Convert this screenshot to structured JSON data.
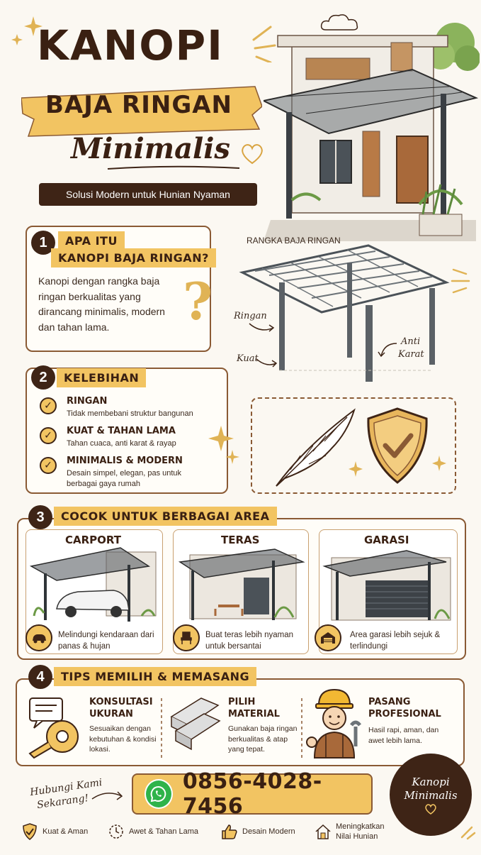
{
  "title": {
    "line1": "KANOPI",
    "line2": "BAJA RINGAN",
    "line3": "Minimalis",
    "subtitle": "Solusi Modern untuk Hunian Nyaman"
  },
  "section1": {
    "number": "1",
    "heading_line1": "APA ITU",
    "heading_line2": "KANOPI BAJA RINGAN?",
    "body": "Kanopi dengan rangka baja ringan berkualitas yang dirancang minimalis, modern dan tahan lama."
  },
  "frame_diagram": {
    "title": "RANGKA BAJA RINGAN",
    "label_ringan": "Ringan",
    "label_kuat": "Kuat",
    "label_anti_line1": "Anti",
    "label_anti_line2": "Karat"
  },
  "section2": {
    "number": "2",
    "heading": "KELEBIHAN",
    "features": [
      {
        "title": "RINGAN",
        "desc": "Tidak membebani struktur bangunan"
      },
      {
        "title": "KUAT & TAHAN LAMA",
        "desc": "Tahan cuaca, anti karat & rayap"
      },
      {
        "title": "MINIMALIS & MODERN",
        "desc": "Desain simpel, elegan, pas untuk berbagai gaya rumah"
      }
    ]
  },
  "section3": {
    "number": "3",
    "heading": "COCOK UNTUK BERBAGAI AREA",
    "areas": [
      {
        "title": "CARPORT",
        "desc": "Melindungi kendaraan dari panas & hujan",
        "icon": "car-icon"
      },
      {
        "title": "TERAS",
        "desc": "Buat teras lebih nyaman untuk bersantai",
        "icon": "chair-icon"
      },
      {
        "title": "GARASI",
        "desc": "Area garasi lebih sejuk & terlindungi",
        "icon": "garage-icon"
      }
    ]
  },
  "section4": {
    "number": "4",
    "heading": "TIPS MEMILIH & MEMASANG",
    "tips": [
      {
        "title_line1": "KONSULTASI",
        "title_line2": "UKURAN",
        "desc": "Sesuaikan dengan kebutuhan & kondisi lokasi."
      },
      {
        "title_line1": "PILIH",
        "title_line2": "MATERIAL",
        "desc": "Gunakan baja ringan berkualitas & atap yang tepat."
      },
      {
        "title_line1": "PASANG",
        "title_line2": "PROFESIONAL",
        "desc": "Hasil rapi, aman, dan awet lebih lama."
      }
    ]
  },
  "contact": {
    "cta_line1": "Hubungi Kami",
    "cta_line2": "Sekarang!",
    "phone": "0856-4028-7456",
    "stamp_line1": "Kanopi",
    "stamp_line2": "Minimalis"
  },
  "footer": [
    {
      "label": "Kuat & Aman",
      "icon": "shield-check-icon"
    },
    {
      "label": "Awet & Tahan Lama",
      "icon": "clock-icon"
    },
    {
      "label": "Desain Modern",
      "icon": "thumbs-up-icon"
    },
    {
      "label": "Meningkatkan Nilai Hunian",
      "icon": "house-icon"
    }
  ],
  "colors": {
    "dark_brown": "#3e2416",
    "gold": "#f2c462",
    "border_brown": "#8a5a34",
    "background": "#fbf8f2"
  }
}
